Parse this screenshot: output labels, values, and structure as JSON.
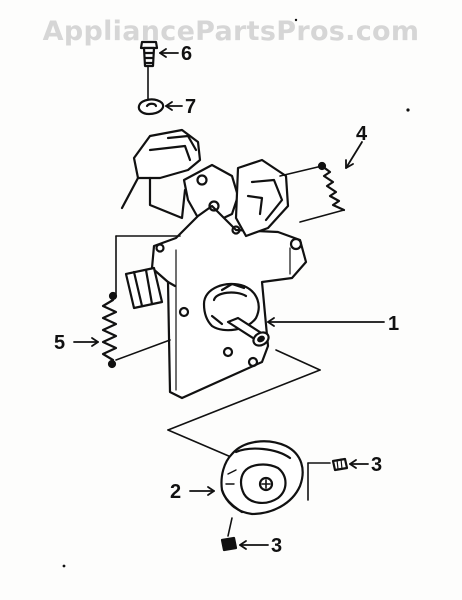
{
  "watermark": {
    "text": "AppliancePartsPros.com"
  },
  "callouts": {
    "c1": "1",
    "c2": "2",
    "c3a": "3",
    "c3b": "3",
    "c4": "4",
    "c5": "5",
    "c6": "6",
    "c7": "7"
  },
  "colors": {
    "ink": "#111111",
    "paper": "#fdfdfc",
    "watermark": "#d6d6d6"
  }
}
